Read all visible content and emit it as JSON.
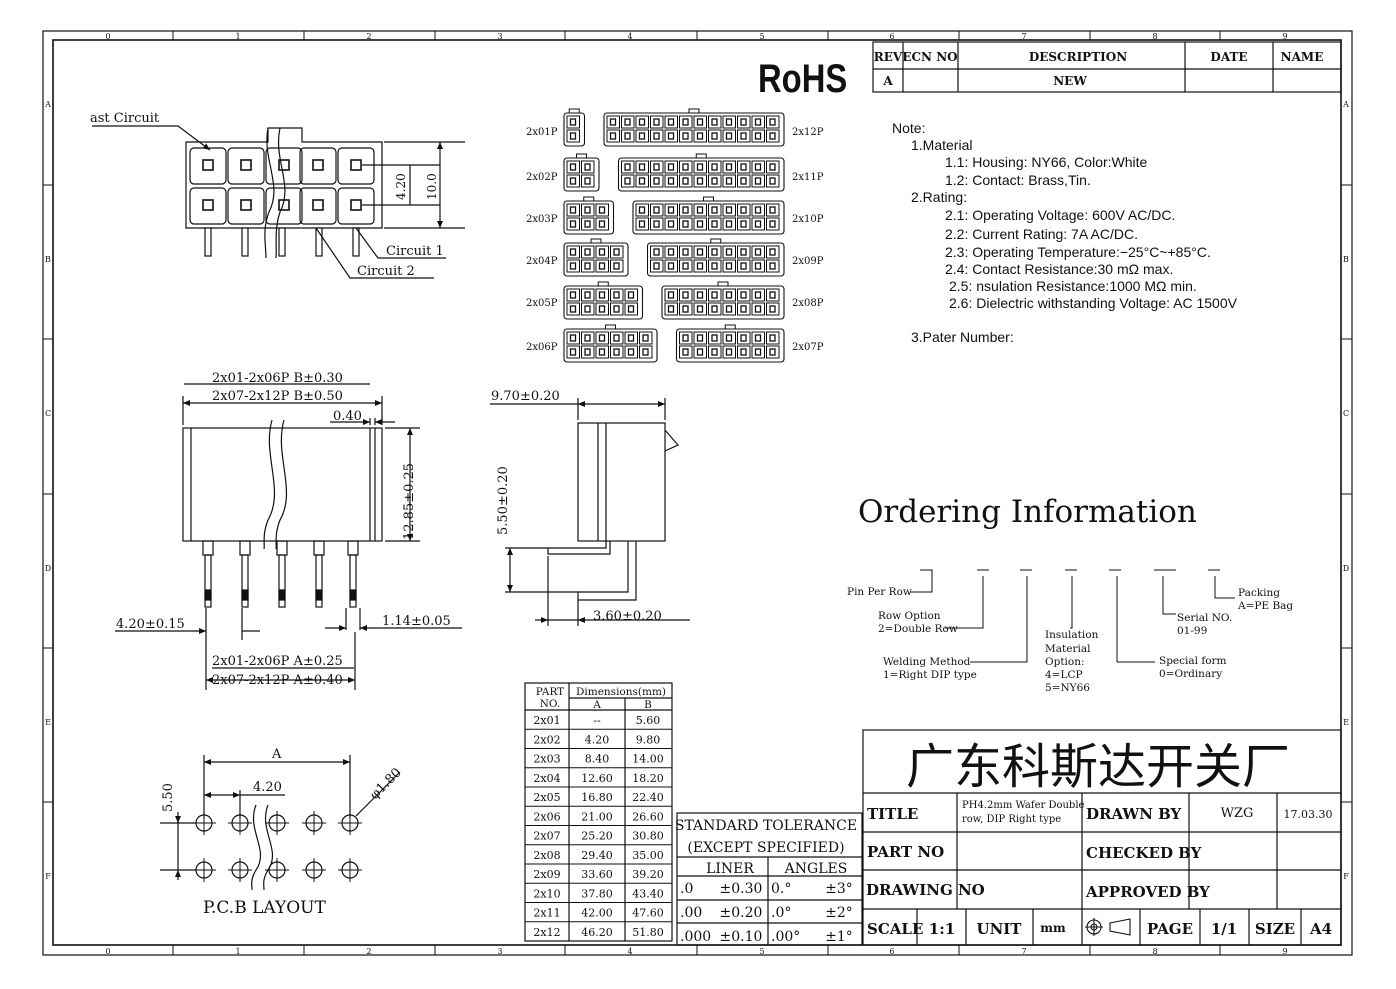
{
  "border": {
    "cols": [
      "0",
      "1",
      "2",
      "3",
      "4",
      "5",
      "6",
      "7",
      "8",
      "9"
    ],
    "rows": [
      "A",
      "B",
      "C",
      "D",
      "E",
      "F"
    ]
  },
  "rohs": "RoHS",
  "revision": {
    "headers": [
      "REV",
      "ECN NO",
      "DESCRIPTION",
      "DATE",
      "NAME"
    ],
    "rev": "A",
    "description": "NEW"
  },
  "notes": {
    "heading": "Note:",
    "material_heading": "1.Material",
    "material": [
      "1.1:  Housing:  NY66,  Color:White",
      "1.2:  Contact:  Brass,Tin."
    ],
    "rating_heading": "2.Rating:",
    "rating": [
      "2.1:  Operating  Voltage:  600V  AC/DC.",
      "2.2:  Current  Rating:  7A  AC/DC.",
      "2.3:  Operating  Temperature:−25°C~+85°C.",
      "2.4:  Contact  Resistance:30  mΩ  max.",
      "2.5:  nsulation  Resistance:1000  MΩ  min.",
      "2.6:  Dielectric  withstanding  Voltage:  AC  1500V"
    ],
    "part_number": "3.Pater  Number:"
  },
  "front_view": {
    "label_last": "ast Circuit",
    "label_c1": "Circuit 1",
    "label_c2": "Circuit 2",
    "dim_pitch": "4.20",
    "dim_height": "10.0"
  },
  "variants": [
    {
      "label": "2x01P",
      "n": 1
    },
    {
      "label": "2x02P",
      "n": 2
    },
    {
      "label": "2x03P",
      "n": 3
    },
    {
      "label": "2x04P",
      "n": 4
    },
    {
      "label": "2x05P",
      "n": 5
    },
    {
      "label": "2x06P",
      "n": 6
    },
    {
      "label": "2x12P",
      "n": 12
    },
    {
      "label": "2x11P",
      "n": 11
    },
    {
      "label": "2x10P",
      "n": 10
    },
    {
      "label": "2x09P",
      "n": 9
    },
    {
      "label": "2x08P",
      "n": 8
    },
    {
      "label": "2x07P",
      "n": 7
    }
  ],
  "side_view": {
    "dim_b1": "2x01-2x06P B±0.30",
    "dim_b2": "2x07-2x12P B±0.50",
    "dim_040": "0.40",
    "dim_1285": "12.85±0.25",
    "dim_420": "4.20±0.15",
    "dim_114": "1.14±0.05",
    "dim_a1": "2x01-2x06P A±0.25",
    "dim_a2": "2x07-2x12P A±0.40"
  },
  "profile": {
    "dim_970": "9.70±0.20",
    "dim_550": "5.50±0.20",
    "dim_360": "3.60±0.20"
  },
  "pcb": {
    "dim_a": "A",
    "dim_420": "4.20",
    "dim_550": "5.50",
    "dim_hole": "φ1.80",
    "title": "P.C.B  LAYOUT"
  },
  "dim_table": {
    "h_part": "PART",
    "h_no": "NO.",
    "h_dims": "Dimensions(mm)",
    "h_a": "A",
    "h_b": "B",
    "rows": [
      [
        "2x01",
        "--",
        "5.60"
      ],
      [
        "2x02",
        "4.20",
        "9.80"
      ],
      [
        "2x03",
        "8.40",
        "14.00"
      ],
      [
        "2x04",
        "12.60",
        "18.20"
      ],
      [
        "2x05",
        "16.80",
        "22.40"
      ],
      [
        "2x06",
        "21.00",
        "26.60"
      ],
      [
        "2x07",
        "25.20",
        "30.80"
      ],
      [
        "2x08",
        "29.40",
        "35.00"
      ],
      [
        "2x09",
        "33.60",
        "39.20"
      ],
      [
        "2x10",
        "37.80",
        "43.40"
      ],
      [
        "2x11",
        "42.00",
        "47.60"
      ],
      [
        "2x12",
        "46.20",
        "51.80"
      ]
    ]
  },
  "tolerance": {
    "title1": "STANDARD  TOLERANCE",
    "title2": "(EXCEPT   SPECIFIED)",
    "liner": "LINER",
    "angles": "ANGLES",
    "rows": [
      [
        ".0",
        "±0.30",
        "0.°",
        "±3°"
      ],
      [
        ".00",
        "±0.20",
        ".0°",
        "±2°"
      ],
      [
        ".000",
        "±0.10",
        ".00°",
        "±1°"
      ]
    ]
  },
  "ordering": {
    "title": "Ordering  Information",
    "pin_per_row": "Pin Per Row",
    "row_option": [
      "Row Option",
      "2=Double Row"
    ],
    "welding": [
      "Welding Method",
      "1=Right DIP type"
    ],
    "insulation": [
      "Insulation",
      "Material",
      "Option:",
      "4=LCP",
      "5=NY66"
    ],
    "special": [
      "Special form",
      "0=Ordinary"
    ],
    "serial": [
      "Serial NO.",
      "01-99"
    ],
    "packing": [
      "Packing",
      "A=PE Bag"
    ]
  },
  "title_block": {
    "company": "广东科斯达开关厂",
    "title_label": "TITLE",
    "title_value": [
      "PH4.2mm Wafer Double",
      "row, DIP Right type"
    ],
    "drawn_by_label": "DRAWN BY",
    "drawn_by": "WZG",
    "date": "17.03.30",
    "part_no_label": "PART NO",
    "checked_by_label": "CHECKED BY",
    "drawing_no_label": "DRAWING NO",
    "approved_by_label": "APPROVED BY",
    "scale_label": "SCALE",
    "scale": "1:1",
    "unit_label": "UNIT",
    "unit": "mm",
    "page_label": "PAGE",
    "page": "1/1",
    "size_label": "SIZE",
    "size": "A4"
  }
}
